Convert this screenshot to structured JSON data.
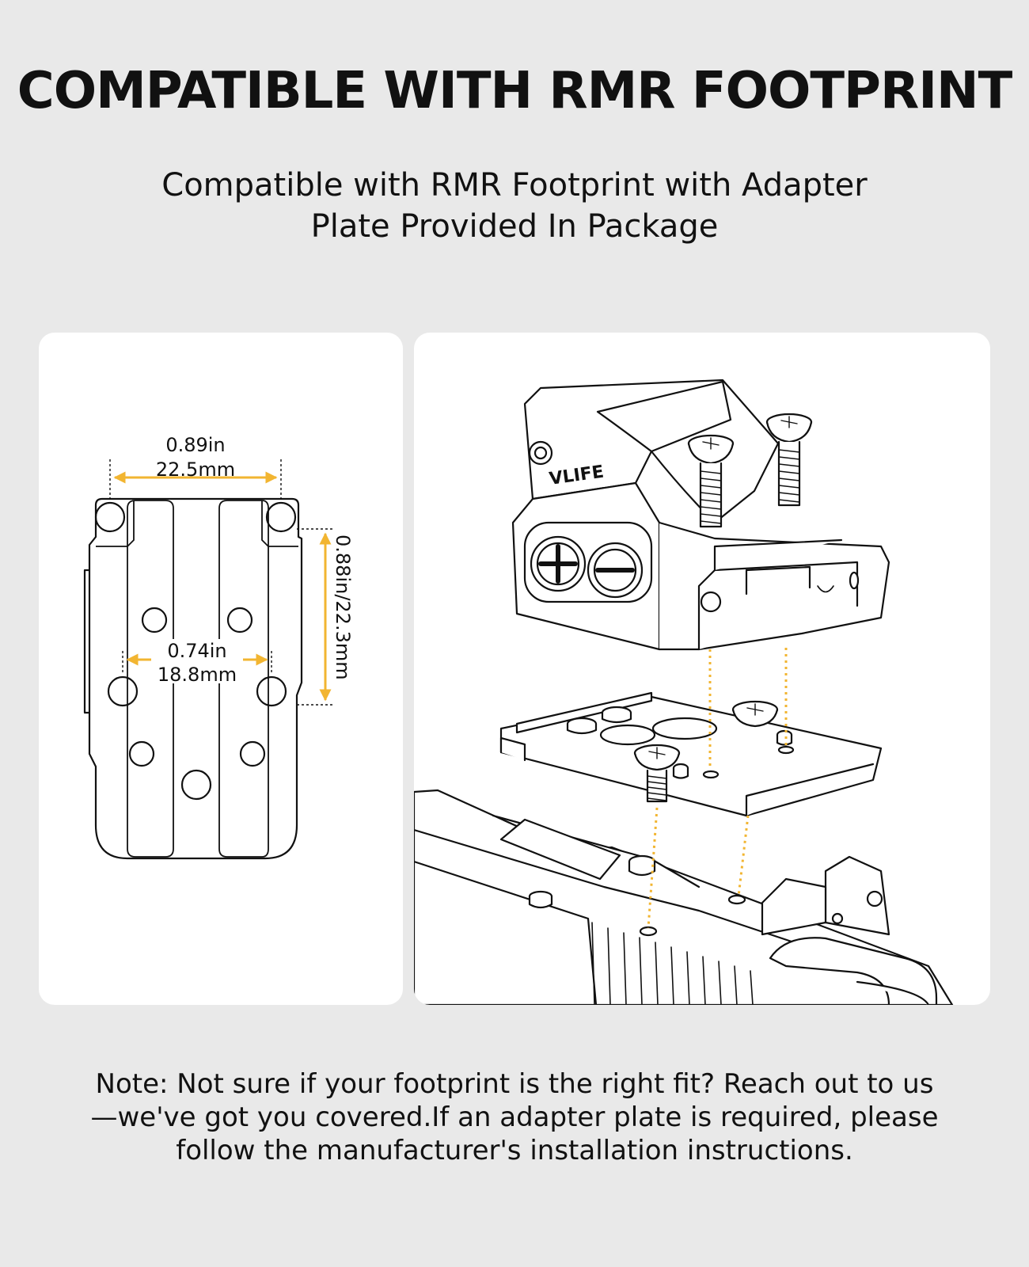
{
  "header": {
    "title": "COMPATIBLE WITH RMR FOOTPRINT",
    "subtitle_line1": "Compatible with RMR Footprint with Adapter",
    "subtitle_line2": "Plate Provided In Package"
  },
  "footprint_diagram": {
    "width_label_in": "0.89in",
    "width_label_mm": "22.5mm",
    "height_label": "0.88in/22.3mm",
    "inner_label_in": "0.74in",
    "inner_label_mm": "18.8mm"
  },
  "exploded_view": {
    "logo_text": "VLIFE"
  },
  "footer": {
    "note_line1": "Note: Not sure if your footprint is the right fit? Reach out to us",
    "note_line2": "—we've got you covered.If an adapter plate is required, please",
    "note_line3": "follow the manufacturer's installation instructions."
  },
  "colors": {
    "background": "#e9e9e9",
    "panel": "#ffffff",
    "accent_yellow": "#f2b531",
    "line": "#111111"
  }
}
